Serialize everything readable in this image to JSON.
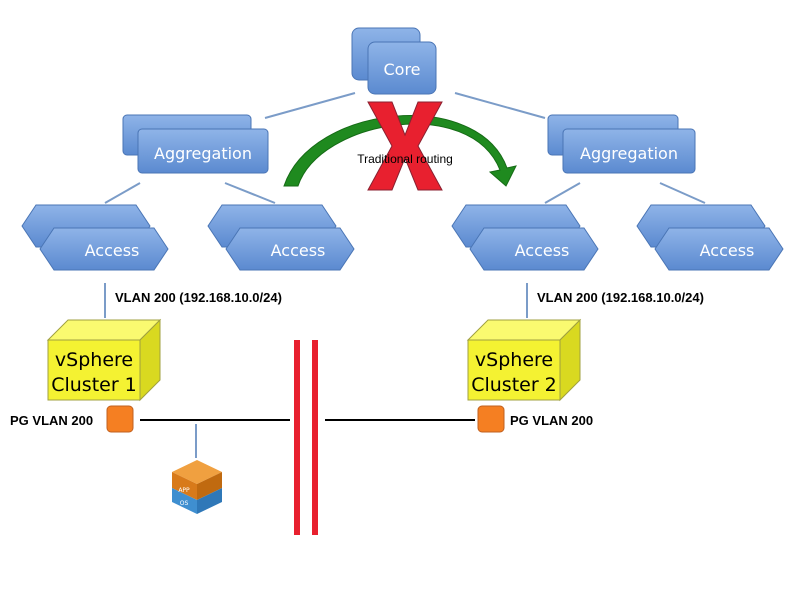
{
  "core": {
    "label": "Core"
  },
  "aggregation": [
    {
      "label": "Aggregation"
    },
    {
      "label": "Aggregation"
    }
  ],
  "access": [
    {
      "label": "Access"
    },
    {
      "label": "Access"
    },
    {
      "label": "Access"
    },
    {
      "label": "Access"
    }
  ],
  "routing": {
    "label": "Traditional routing",
    "blocked": true
  },
  "vlan_labels": [
    "VLAN 200 (192.168.10.0/24)",
    "VLAN 200 (192.168.10.0/24)"
  ],
  "clusters": [
    {
      "line1": "vSphere",
      "line2": "Cluster 1",
      "portgroup": "PG VLAN 200"
    },
    {
      "line1": "vSphere",
      "line2": "Cluster 2",
      "portgroup": "PG VLAN 200"
    }
  ],
  "vm_icon": {
    "app": "APP",
    "os": "OS"
  },
  "colors": {
    "switch": "#6e9bd8",
    "cluster": "#f4f232",
    "portgroup": "#f57f22",
    "arrow": "#1f8a1f",
    "block": "#e8202f"
  }
}
